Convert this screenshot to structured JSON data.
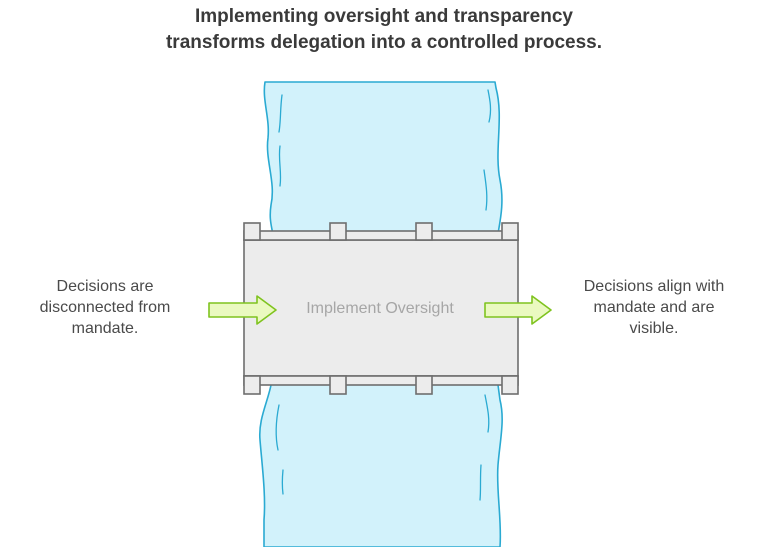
{
  "title": {
    "line1": "Implementing oversight and transparency",
    "line2": "transforms delegation into a controlled process."
  },
  "left_state": {
    "line1": "Decisions are",
    "line2": "disconnected from",
    "line3": "mandate."
  },
  "center": {
    "label": "Implement Oversight"
  },
  "right_state": {
    "line1": "Decisions align with",
    "line2": "mandate and are",
    "line3": "visible."
  },
  "colors": {
    "river_fill": "#d2f2fb",
    "river_stroke": "#2aaad2",
    "bridge_fill": "#ececec",
    "bridge_stroke": "#6e6e6e",
    "arrow_fill": "#eaf9c0",
    "arrow_stroke": "#7fc31f",
    "text": "#3a3a3a"
  }
}
